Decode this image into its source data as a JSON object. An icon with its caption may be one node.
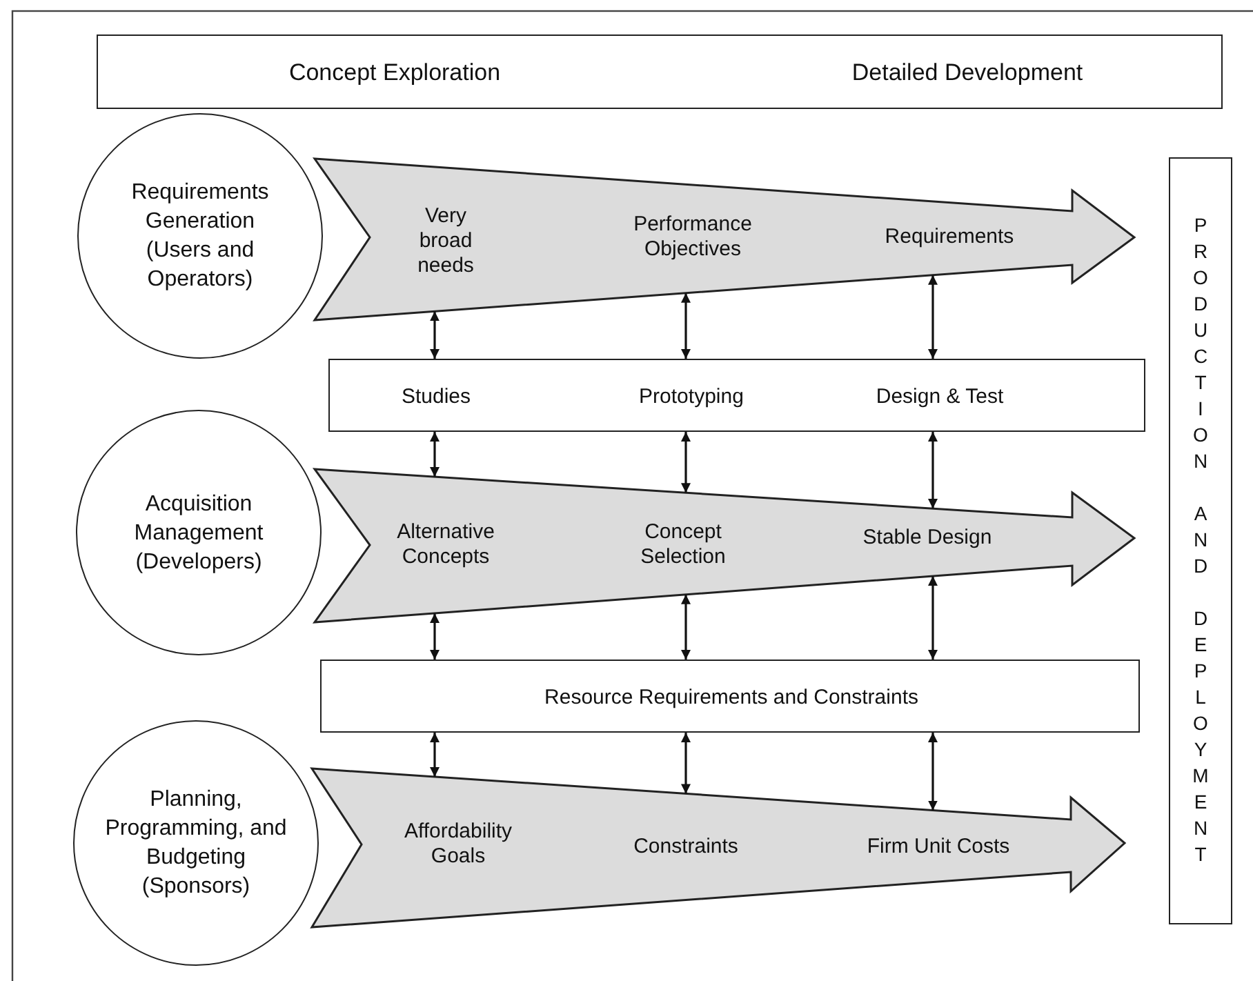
{
  "diagram": {
    "nodes": [
      {
        "text": [
          "Concept Exploration",
          "Detailed Development"
        ]
      },
      {
        "text": [
          "Requirements Generation (Users and Operators)"
        ]
      },
      {
        "text": [
          "Very broad needs",
          "Performance Objectives",
          "Requirements"
        ]
      },
      {
        "text": [
          "Studies",
          "Prototyping",
          "Design & Test"
        ]
      },
      {
        "text": [
          "Acquisition Management (Developers)"
        ]
      },
      {
        "text": [
          "Alternative Concepts",
          "Concept Selection",
          "Stable Design"
        ]
      },
      {
        "text": [
          "Resource Requirements and Constraints"
        ]
      },
      {
        "text": [
          "Planning, Programming, and Budgeting (Sponsors)"
        ]
      },
      {
        "text": [
          "Affordability Goals",
          "Constraints",
          "Firm Unit Costs"
        ]
      },
      {
        "text": [
          "PRODUCTION AND DEPLOYMENT"
        ]
      }
    ],
    "edges": [
      {
        "from": 2,
        "to": 3,
        "arrow": "both"
      },
      {
        "from": 2,
        "to": 3,
        "arrow": "both"
      },
      {
        "from": 2,
        "to": 3,
        "arrow": "both"
      },
      {
        "from": 3,
        "to": 5,
        "arrow": "both"
      },
      {
        "from": 3,
        "to": 5,
        "arrow": "both"
      },
      {
        "from": 3,
        "to": 5,
        "arrow": "both"
      },
      {
        "from": 5,
        "to": 6,
        "arrow": "both"
      },
      {
        "from": 5,
        "to": 6,
        "arrow": "both"
      },
      {
        "from": 5,
        "to": 6,
        "arrow": "both"
      },
      {
        "from": 6,
        "to": 8,
        "arrow": "both"
      },
      {
        "from": 6,
        "to": 8,
        "arrow": "both"
      },
      {
        "from": 6,
        "to": 8,
        "arrow": "both"
      }
    ]
  }
}
